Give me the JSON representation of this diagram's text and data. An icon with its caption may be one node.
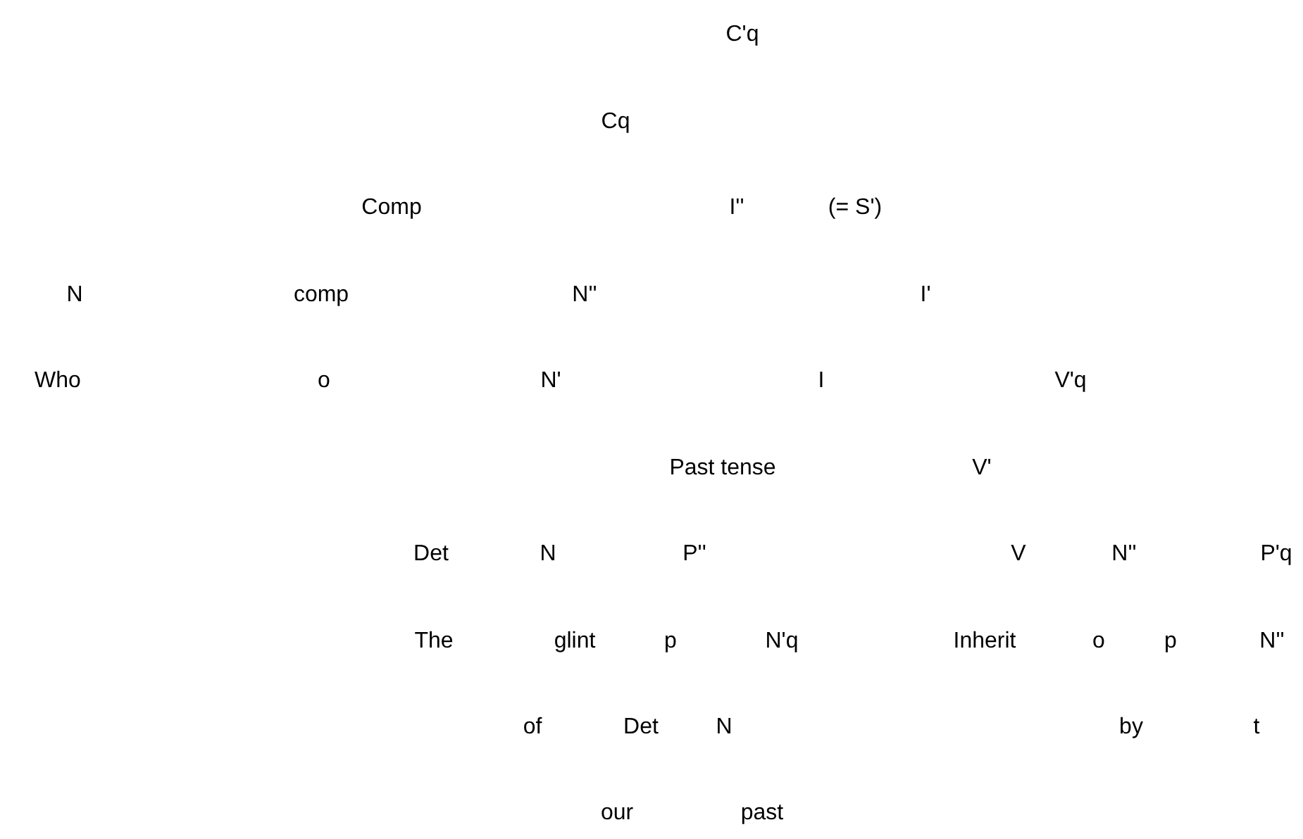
{
  "diagram": {
    "labels": [
      "C'q",
      "Cq",
      "Comp",
      "I''",
      "(= S')",
      "N",
      "comp",
      "N''",
      "I'",
      "Who",
      "o",
      "N'",
      "I",
      "V'q",
      "Past tense",
      "V'",
      "Det",
      "N",
      "P''",
      "V",
      "N''",
      "P'q",
      "The",
      "glint",
      "p",
      "N'q",
      "Inherit",
      "o",
      "p",
      "N''",
      "of",
      "Det",
      "N",
      "by",
      "t",
      "our",
      "past"
    ]
  }
}
